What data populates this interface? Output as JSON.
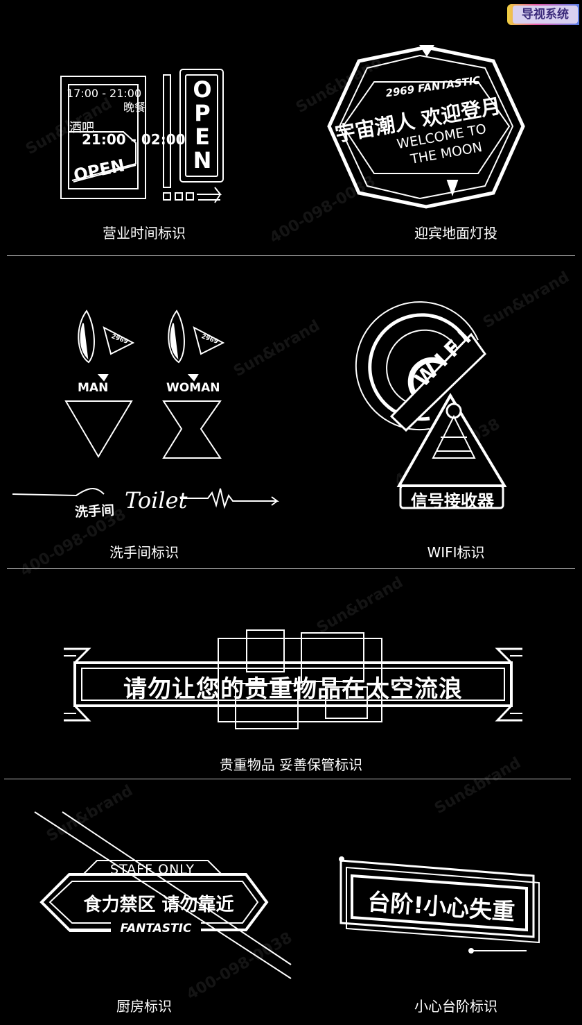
{
  "tag": "导视系统",
  "watermark": {
    "brand": "Sun&brand",
    "phone": "400-098-0038"
  },
  "sections": {
    "business_hours": {
      "caption": "营业时间标识",
      "line1": "17:00 - 21:00",
      "label1": "晚餐",
      "label2": "酒吧",
      "line2": "21:00 - 02:00",
      "open": "OPEN",
      "vertical_open": "OPEN"
    },
    "welcome": {
      "caption": "迎宾地面灯投",
      "top": "2969 FANTASTIC",
      "cn": "宇宙潮人 欢迎登月",
      "en1": "WELCOME TO",
      "en2": "THE MOON"
    },
    "restroom": {
      "caption": "洗手间标识",
      "man": "MAN",
      "woman": "WOMAN",
      "badge": "2969",
      "cn": "洗手间",
      "script": "Toilet"
    },
    "wifi": {
      "caption": "WIFI标识",
      "wifi": "WIFI",
      "receiver": "信号接收器"
    },
    "valuables": {
      "caption": "贵重物品 妥善保管标识",
      "slogan": "请勿让您的贵重物品在太空流浪"
    },
    "kitchen": {
      "caption": "厨房标识",
      "staff": "STAFF ONLY",
      "warn": "食力禁区 请勿靠近",
      "brand": "FANTASTIC"
    },
    "steps": {
      "caption": "小心台阶标识",
      "warn": "台阶!小心失重"
    }
  }
}
